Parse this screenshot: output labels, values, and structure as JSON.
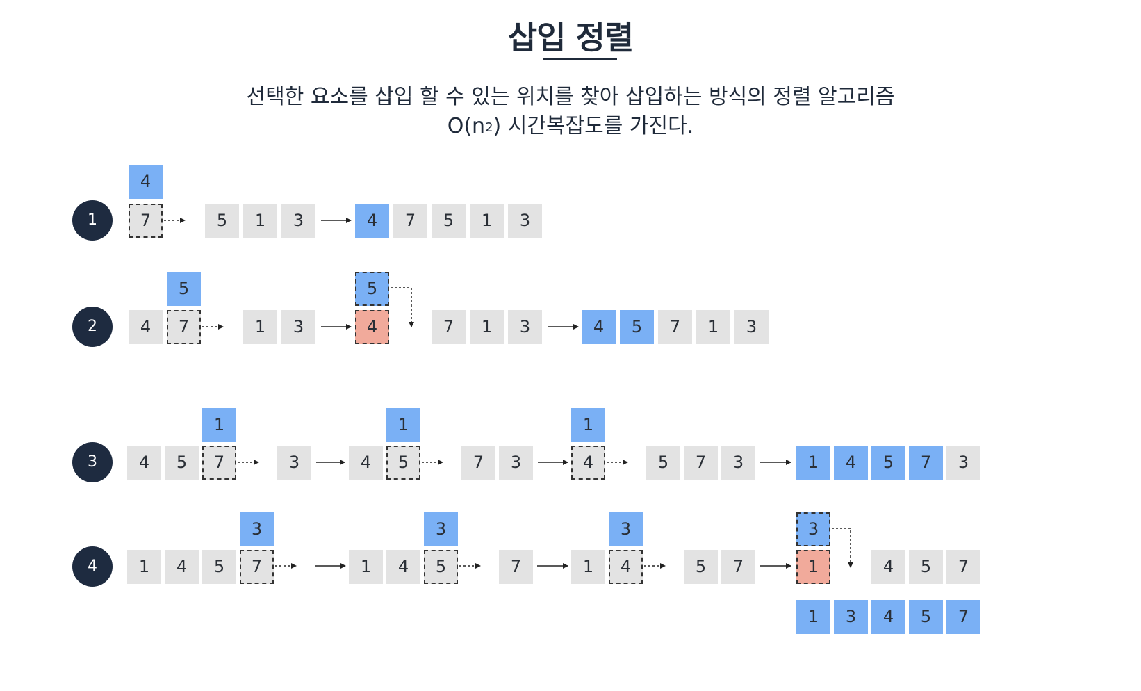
{
  "title": "삽입 정렬",
  "description": {
    "line1": "선택한 요소를 삽입 할 수 있는 위치를 찾아 삽입하는 방식의 정렬 알고리즘",
    "line2_prefix": "O(n",
    "line2_sup": "2",
    "line2_suffix": ") 시간복잡도를 가진다."
  },
  "colors": {
    "key": "#7ab0f5",
    "compare": "#f1aa9b",
    "element": "#e3e3e3",
    "step_circle": "#1e2b40"
  },
  "steps": [
    {
      "label": "1",
      "cells": [
        "4",
        "7",
        "5",
        "1",
        "3",
        "4",
        "7",
        "5",
        "1",
        "3"
      ]
    },
    {
      "label": "2",
      "cells": [
        "5",
        "4",
        "7",
        "1",
        "3",
        "5",
        "4",
        "7",
        "1",
        "3",
        "4",
        "5",
        "7",
        "1",
        "3"
      ]
    },
    {
      "label": "3",
      "cells": [
        "1",
        "4",
        "5",
        "7",
        "3",
        "1",
        "4",
        "5",
        "7",
        "3",
        "1",
        "4",
        "5",
        "7",
        "3",
        "1",
        "4",
        "5",
        "7",
        "3"
      ]
    },
    {
      "label": "4",
      "cells": [
        "3",
        "1",
        "4",
        "5",
        "7",
        "3",
        "1",
        "4",
        "5",
        "7",
        "3",
        "1",
        "4",
        "5",
        "7",
        "3",
        "1",
        "4",
        "5",
        "7",
        "1",
        "3",
        "4",
        "5",
        "7"
      ]
    }
  ]
}
